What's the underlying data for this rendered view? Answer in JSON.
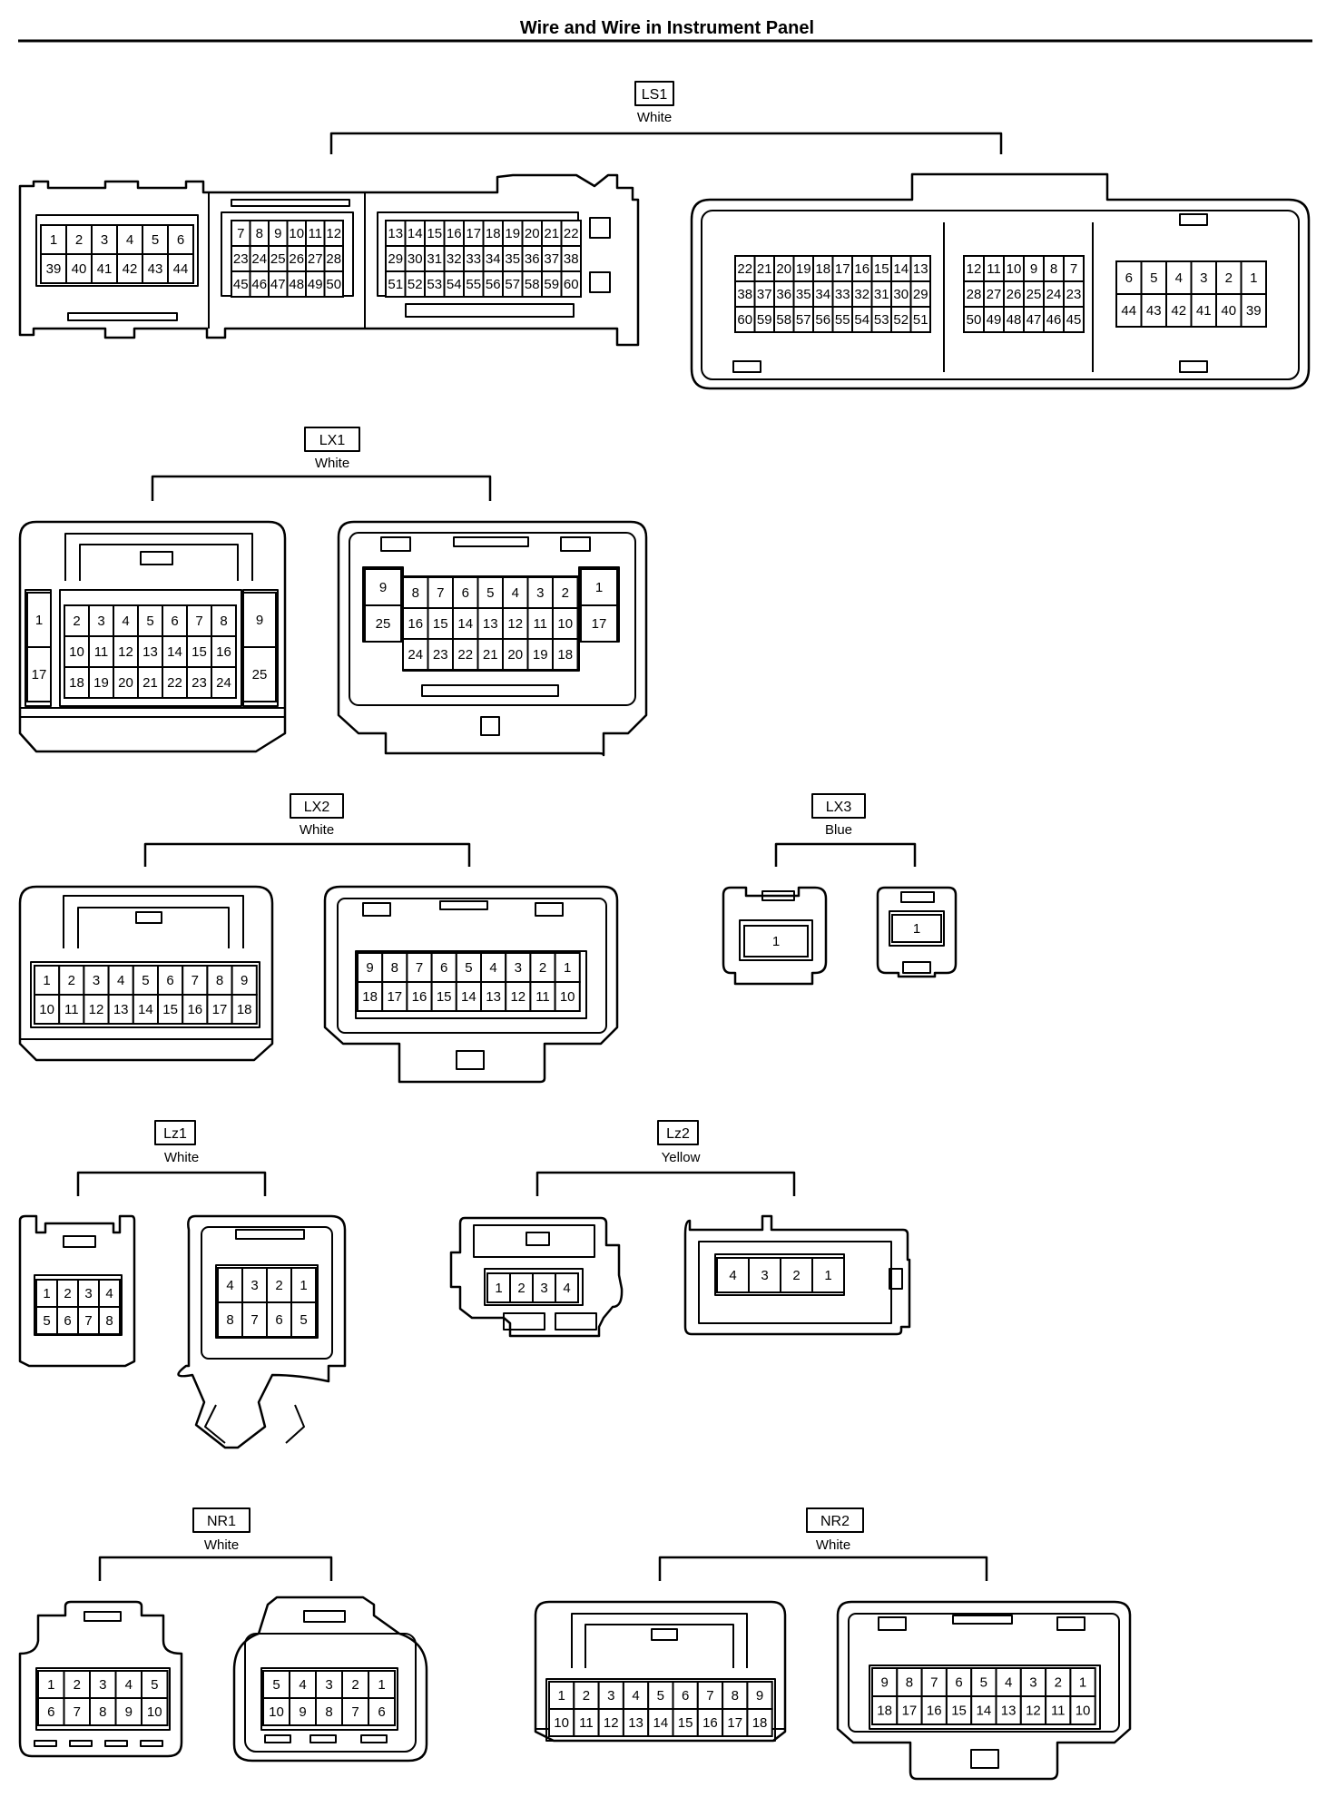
{
  "title": "Wire and Wire in Instrument Panel",
  "connectors": [
    {
      "code": "LS1",
      "color": "White"
    },
    {
      "code": "LX1",
      "color": "White"
    },
    {
      "code": "LX2",
      "color": "White"
    },
    {
      "code": "LX3",
      "color": "Blue"
    },
    {
      "code": "Lz1",
      "color": "White"
    },
    {
      "code": "Lz2",
      "color": "Yellow"
    },
    {
      "code": "NR1",
      "color": "White"
    },
    {
      "code": "NR2",
      "color": "White"
    }
  ],
  "terminal_grids": {
    "ls1_female": [
      [
        [
          "1",
          "2",
          "3",
          "4",
          "5",
          "6"
        ],
        [
          "39",
          "40",
          "41",
          "42",
          "43",
          "44"
        ]
      ],
      [
        [
          "7",
          "8",
          "9",
          "10",
          "11",
          "12"
        ],
        [
          "23",
          "24",
          "25",
          "26",
          "27",
          "28"
        ],
        [
          "45",
          "46",
          "47",
          "48",
          "49",
          "50"
        ]
      ],
      [
        [
          "13",
          "14",
          "15",
          "16",
          "17",
          "18",
          "19",
          "20",
          "21",
          "22"
        ],
        [
          "29",
          "30",
          "31",
          "32",
          "33",
          "34",
          "35",
          "36",
          "37",
          "38"
        ],
        [
          "51",
          "52",
          "53",
          "54",
          "55",
          "56",
          "57",
          "58",
          "59",
          "60"
        ]
      ]
    ],
    "ls1_male": [
      [
        [
          "22",
          "21",
          "20",
          "19",
          "18",
          "17",
          "16",
          "15",
          "14",
          "13"
        ],
        [
          "38",
          "37",
          "36",
          "35",
          "34",
          "33",
          "32",
          "31",
          "30",
          "29"
        ],
        [
          "60",
          "59",
          "58",
          "57",
          "56",
          "55",
          "54",
          "53",
          "52",
          "51"
        ]
      ],
      [
        [
          "12",
          "11",
          "10",
          "9",
          "8",
          "7"
        ],
        [
          "28",
          "27",
          "26",
          "25",
          "24",
          "23"
        ],
        [
          "50",
          "49",
          "48",
          "47",
          "46",
          "45"
        ]
      ],
      [
        [
          "6",
          "5",
          "4",
          "3",
          "2",
          "1"
        ],
        [
          "44",
          "43",
          "42",
          "41",
          "40",
          "39"
        ]
      ]
    ],
    "lx1_female": {
      "left": [
        "1",
        "17"
      ],
      "center": [
        [
          "2",
          "3",
          "4",
          "5",
          "6",
          "7",
          "8"
        ],
        [
          "10",
          "11",
          "12",
          "13",
          "14",
          "15",
          "16"
        ],
        [
          "18",
          "19",
          "20",
          "21",
          "22",
          "23",
          "24"
        ]
      ],
      "right": [
        "9",
        "25"
      ]
    },
    "lx1_male": {
      "left": [
        "9",
        "25"
      ],
      "center": [
        [
          "8",
          "7",
          "6",
          "5",
          "4",
          "3",
          "2"
        ],
        [
          "16",
          "15",
          "14",
          "13",
          "12",
          "11",
          "10"
        ],
        [
          "24",
          "23",
          "22",
          "21",
          "20",
          "19",
          "18"
        ]
      ],
      "right": [
        "1",
        "17"
      ]
    },
    "lx2_female": [
      [
        "1",
        "2",
        "3",
        "4",
        "5",
        "6",
        "7",
        "8",
        "9"
      ],
      [
        "10",
        "11",
        "12",
        "13",
        "14",
        "15",
        "16",
        "17",
        "18"
      ]
    ],
    "lx2_male": [
      [
        "9",
        "8",
        "7",
        "6",
        "5",
        "4",
        "3",
        "2",
        "1"
      ],
      [
        "18",
        "17",
        "16",
        "15",
        "14",
        "13",
        "12",
        "11",
        "10"
      ]
    ],
    "lx3_female": [
      [
        "1"
      ]
    ],
    "lx3_male": [
      [
        "1"
      ]
    ],
    "lz1_female": [
      [
        "1",
        "2",
        "3",
        "4"
      ],
      [
        "5",
        "6",
        "7",
        "8"
      ]
    ],
    "lz1_male": [
      [
        "4",
        "3",
        "2",
        "1"
      ],
      [
        "8",
        "7",
        "6",
        "5"
      ]
    ],
    "lz2_female": [
      [
        "1",
        "2",
        "3",
        "4"
      ]
    ],
    "lz2_male": [
      [
        "4",
        "3",
        "2",
        "1"
      ]
    ],
    "nr1_female": [
      [
        "1",
        "2",
        "3",
        "4",
        "5"
      ],
      [
        "6",
        "7",
        "8",
        "9",
        "10"
      ]
    ],
    "nr1_male": [
      [
        "5",
        "4",
        "3",
        "2",
        "1"
      ],
      [
        "10",
        "9",
        "8",
        "7",
        "6"
      ]
    ],
    "nr2_female": [
      [
        "1",
        "2",
        "3",
        "4",
        "5",
        "6",
        "7",
        "8",
        "9"
      ],
      [
        "10",
        "11",
        "12",
        "13",
        "14",
        "15",
        "16",
        "17",
        "18"
      ]
    ],
    "nr2_male": [
      [
        "9",
        "8",
        "7",
        "6",
        "5",
        "4",
        "3",
        "2",
        "1"
      ],
      [
        "18",
        "17",
        "16",
        "15",
        "14",
        "13",
        "12",
        "11",
        "10"
      ]
    ]
  }
}
